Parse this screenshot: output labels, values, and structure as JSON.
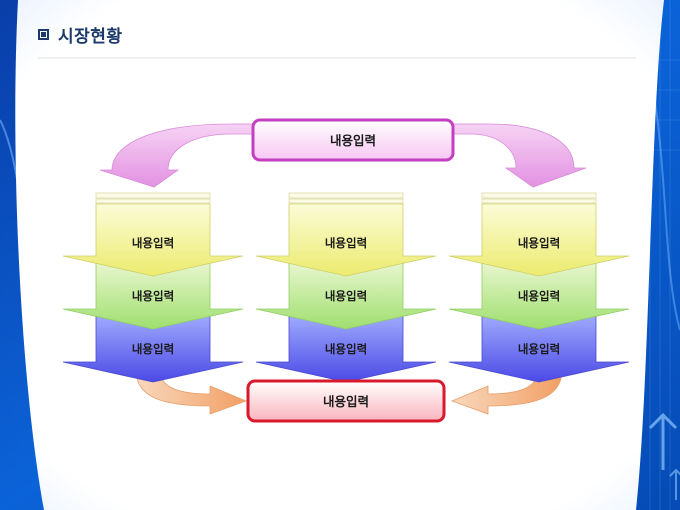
{
  "header": {
    "title": "시장현황",
    "bullet_icon": "square-bullet-icon"
  },
  "diagram": {
    "top_box": "내용입력",
    "bottom_box": "내용입력",
    "columns": [
      {
        "levels": [
          "내용입력",
          "내용입력",
          "내용입력"
        ]
      },
      {
        "levels": [
          "내용입력",
          "내용입력",
          "내용입력"
        ]
      },
      {
        "levels": [
          "내용입력",
          "내용입력",
          "내용입력"
        ]
      }
    ]
  },
  "colors": {
    "frame_blue": "#0a4fc4",
    "title_text": "#1b3a6b",
    "top_box_border": "#c43fc0",
    "bottom_box_border": "#d8182c",
    "level_yellow": "#f4f28a",
    "level_green": "#b7ea86",
    "level_blue": "#6f6cf0",
    "curve_pink": "#e79ae6",
    "curve_orange": "#f2b077"
  }
}
